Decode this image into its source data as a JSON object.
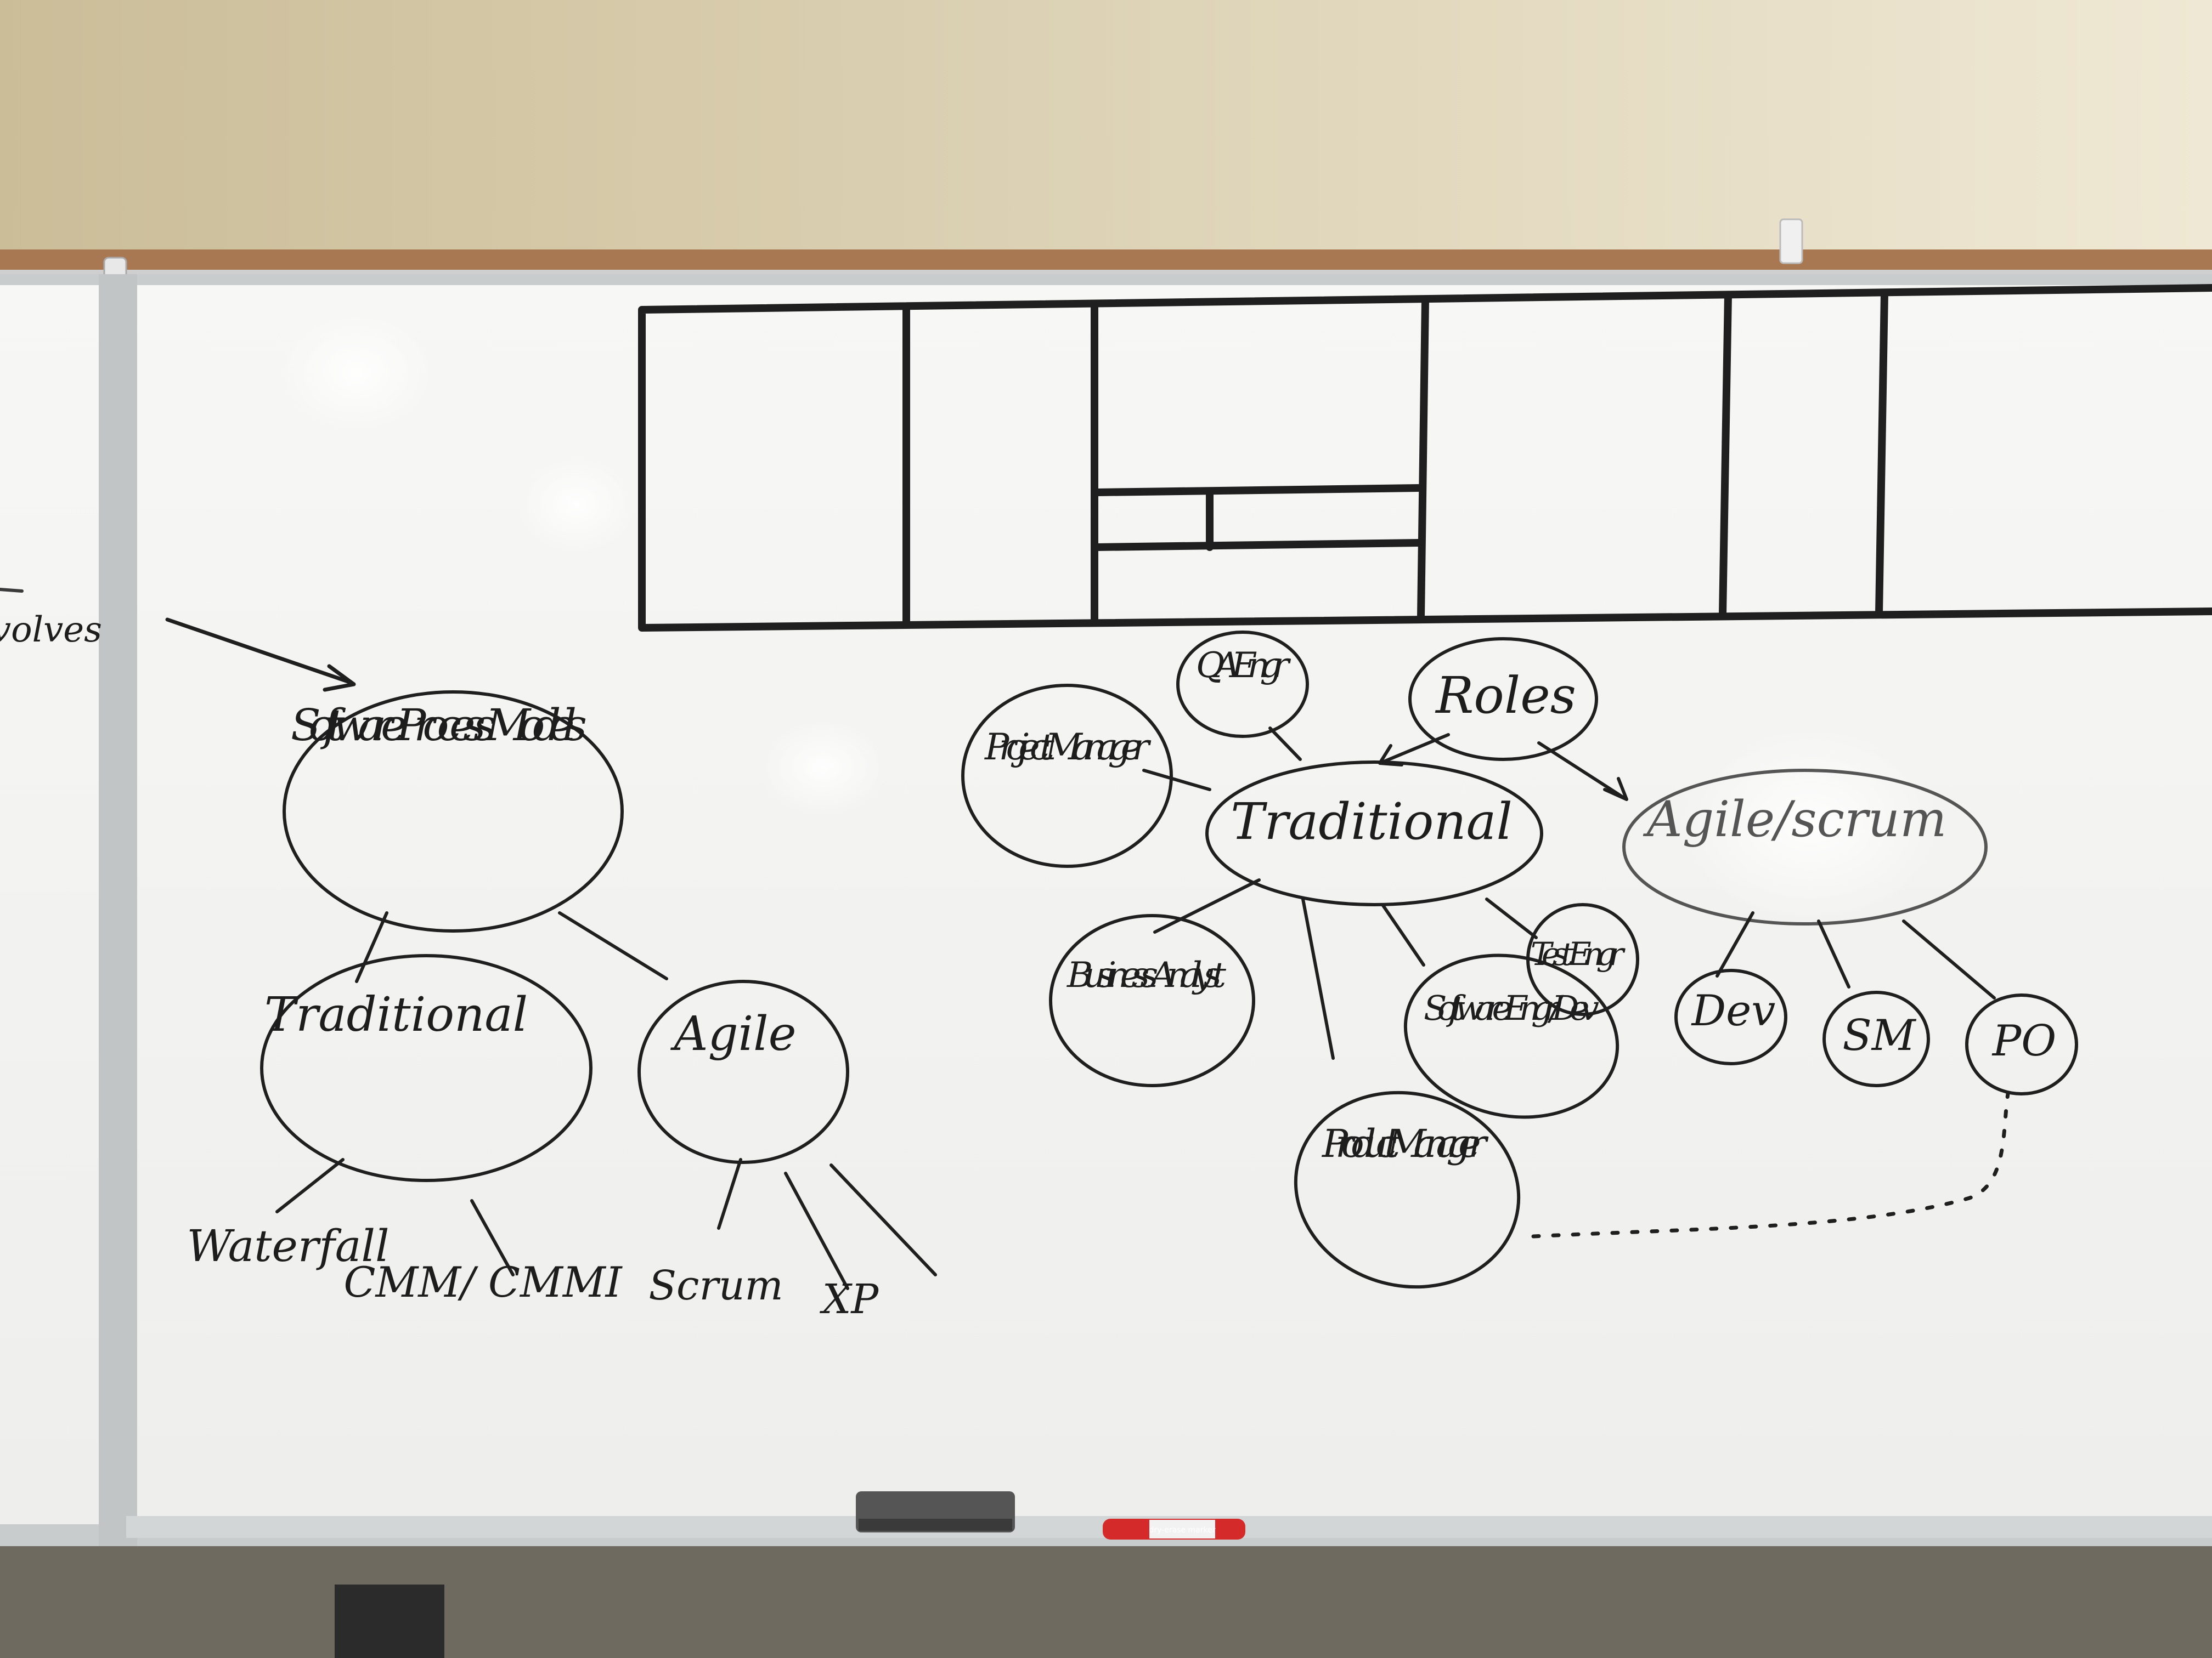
{
  "colors": {
    "wall_top": "#cfc29e",
    "wall_bottom": "#ebe3cc",
    "board": "#f4f4f2",
    "frame": "#c9cccc",
    "trim": "#a87852",
    "ink": "#1f1f1f",
    "marker_red": "#d42a2a",
    "eraser": "#555555",
    "floor": "#6f6a60"
  },
  "left_edge_text": "volves",
  "left_cluster": {
    "root": "Software Process Models",
    "traditional": "Traditional",
    "agile": "Agile",
    "traditional_children": [
      "Waterfall",
      "CMM/ CMMI"
    ],
    "agile_children": [
      "Scrum",
      "XP"
    ]
  },
  "right_cluster": {
    "root": "Roles",
    "traditional": "Traditional",
    "agile": "Agile/scrum",
    "traditional_roles": [
      "QA Engr",
      "Project Manager",
      "Business Analyst",
      "Product Manager",
      "Software Engr/Dev",
      "Test Engr"
    ],
    "agile_roles": [
      "Dev",
      "SM",
      "PO"
    ]
  },
  "marker_label": "dry-erase marker"
}
